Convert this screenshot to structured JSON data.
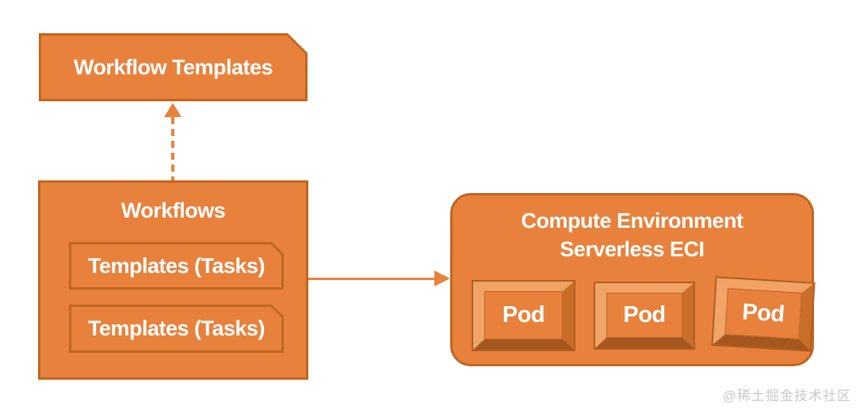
{
  "diagram": {
    "workflow_templates": {
      "label": "Workflow Templates"
    },
    "workflows": {
      "title": "Workflows",
      "templates": [
        {
          "label": "Templates (Tasks)"
        },
        {
          "label": "Templates (Tasks)"
        }
      ]
    },
    "connectors": {
      "dashed_up_arrow": "workflows-to-workflow-templates",
      "solid_right_arrow": "workflows-to-compute-environment"
    },
    "compute_environment": {
      "title_line1": "Compute Environment",
      "title_line2": "Serverless ECI",
      "pods": [
        {
          "label": "Pod"
        },
        {
          "label": "Pod"
        },
        {
          "label": "Pod"
        }
      ]
    },
    "colors": {
      "shape_fill": "#E8813C",
      "shape_border": "#C1661F",
      "arrow": "#E8823D",
      "bevel_light": "#F2A262",
      "bevel_dark": "#A4571E",
      "text": "#FFFFFF",
      "watermark_text": "#C9C9C9",
      "background": "#FFFFFF"
    },
    "watermark": "@稀土掘金技术社区"
  }
}
